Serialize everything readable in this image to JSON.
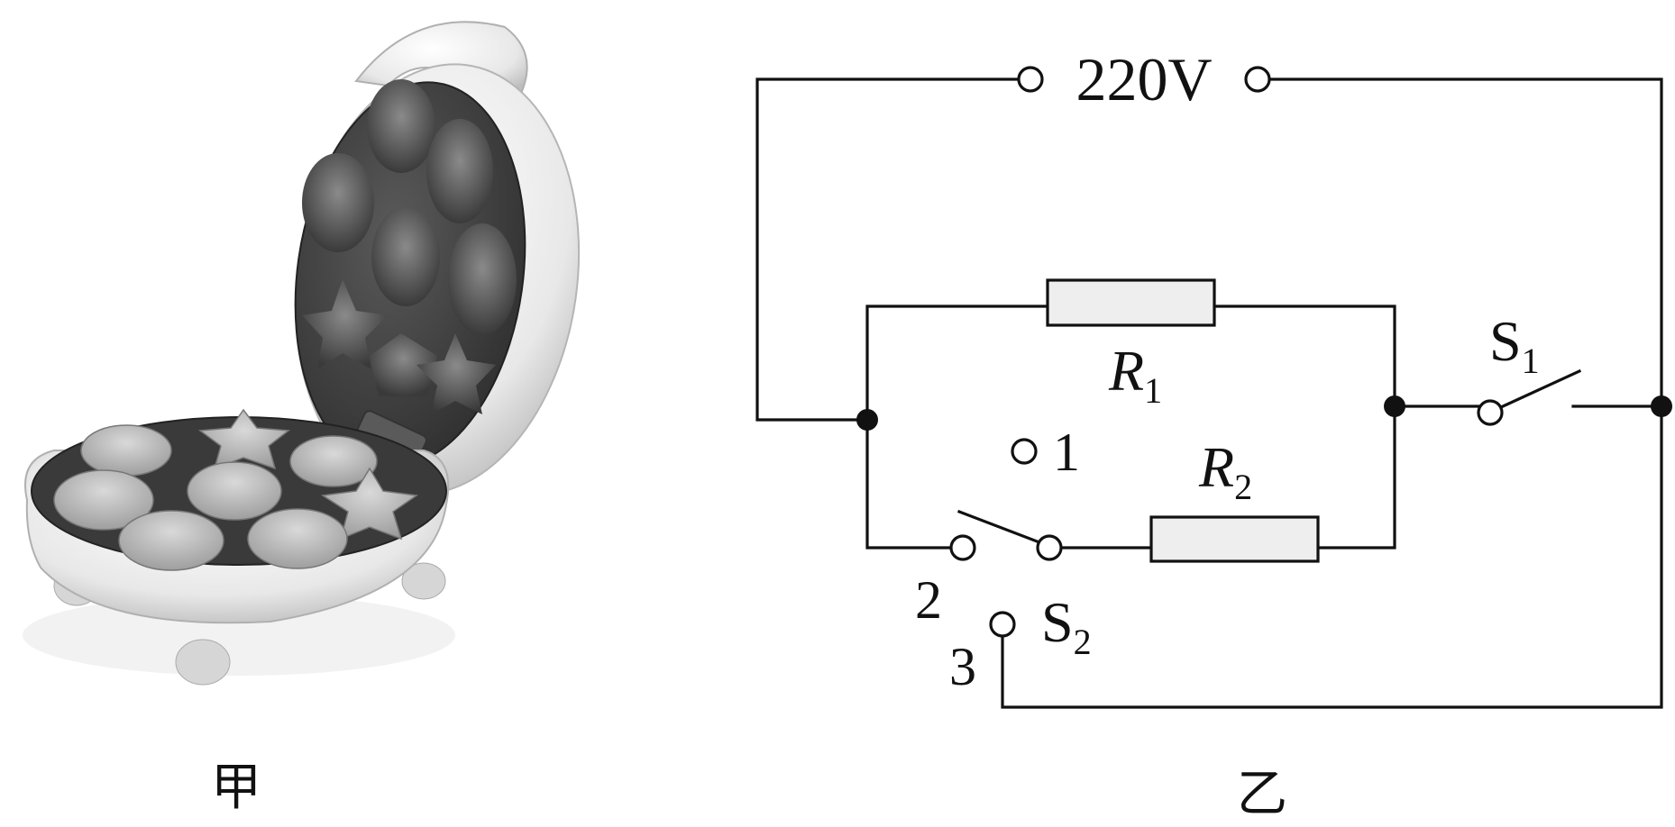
{
  "figure_a": {
    "caption": "甲"
  },
  "figure_b": {
    "caption": "乙",
    "supply_label": "220V",
    "r1_symbol": "R",
    "r1_subscript": "1",
    "r2_symbol": "R",
    "r2_subscript": "2",
    "s1_symbol": "S",
    "s1_subscript": "1",
    "s2_symbol": "S",
    "s2_subscript": "2",
    "contact_1": "1",
    "contact_2": "2",
    "contact_3": "3"
  }
}
